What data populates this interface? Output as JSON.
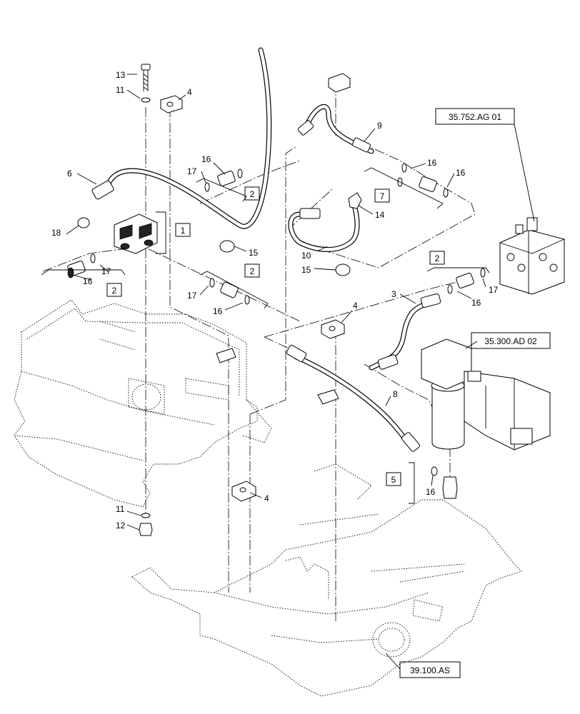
{
  "callouts": {
    "c1": "1",
    "c2a": "2",
    "c2b": "2",
    "c2c": "2",
    "c2d": "2",
    "c3": "3",
    "c4a": "4",
    "c4b": "4",
    "c4c": "4",
    "c5": "5",
    "c6": "6",
    "c7": "7",
    "c8": "8",
    "c9": "9",
    "c10": "10",
    "c11a": "11",
    "c11b": "11",
    "c12": "12",
    "c13": "13",
    "c14": "14",
    "c15a": "15",
    "c15b": "15",
    "c16a": "16",
    "c16b": "16",
    "c16c": "16",
    "c16d": "16",
    "c16e": "16",
    "c16f": "16",
    "c16g": "16",
    "c17a": "17",
    "c17b": "17",
    "c17c": "17",
    "c17d": "17",
    "c18": "18"
  },
  "references": {
    "valve": "35.752.AG 01",
    "filter": "35.300.AD 02",
    "frame": "39.100.AS"
  }
}
